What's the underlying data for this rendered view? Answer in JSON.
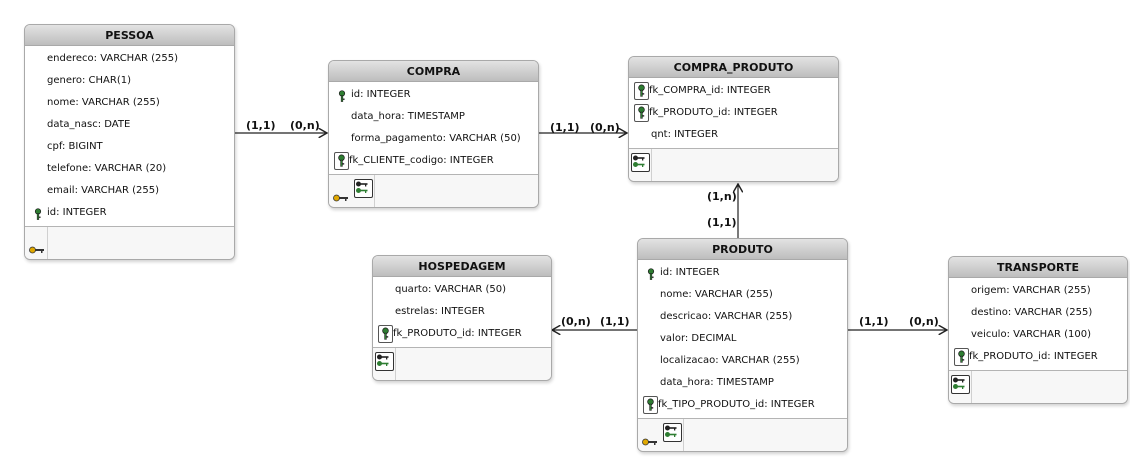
{
  "entities": {
    "pessoa": {
      "name": "PESSOA",
      "rows": [
        {
          "text": "endereco: VARCHAR (255)",
          "kind": "plain"
        },
        {
          "text": "genero: CHAR(1)",
          "kind": "plain"
        },
        {
          "text": "nome: VARCHAR (255)",
          "kind": "plain"
        },
        {
          "text": "data_nasc: DATE",
          "kind": "plain"
        },
        {
          "text": "cpf: BIGINT",
          "kind": "plain"
        },
        {
          "text": "telefone: VARCHAR (20)",
          "kind": "plain"
        },
        {
          "text": "email: VARCHAR (255)",
          "kind": "plain"
        },
        {
          "text": "id: INTEGER",
          "kind": "pk"
        }
      ]
    },
    "compra": {
      "name": "COMPRA",
      "rows": [
        {
          "text": "id: INTEGER",
          "kind": "pk"
        },
        {
          "text": "data_hora: TIMESTAMP",
          "kind": "plain"
        },
        {
          "text": "forma_pagamento: VARCHAR (50)",
          "kind": "plain"
        },
        {
          "text": "fk_CLIENTE_codigo: INTEGER",
          "kind": "fk"
        }
      ]
    },
    "compra_produto": {
      "name": "COMPRA_PRODUTO",
      "rows": [
        {
          "text": "fk_COMPRA_id: INTEGER",
          "kind": "fk"
        },
        {
          "text": "fk_PRODUTO_id: INTEGER",
          "kind": "fk"
        },
        {
          "text": "qnt: INTEGER",
          "kind": "plain"
        }
      ]
    },
    "hospedagem": {
      "name": "HOSPEDAGEM",
      "rows": [
        {
          "text": "quarto: VARCHAR (50)",
          "kind": "plain"
        },
        {
          "text": "estrelas: INTEGER",
          "kind": "plain"
        },
        {
          "text": "fk_PRODUTO_id: INTEGER",
          "kind": "fk"
        }
      ]
    },
    "produto": {
      "name": "PRODUTO",
      "rows": [
        {
          "text": "id: INTEGER",
          "kind": "pk"
        },
        {
          "text": "nome: VARCHAR (255)",
          "kind": "plain"
        },
        {
          "text": "descricao: VARCHAR (255)",
          "kind": "plain"
        },
        {
          "text": "valor: DECIMAL",
          "kind": "plain"
        },
        {
          "text": "localizacao: VARCHAR (255)",
          "kind": "plain"
        },
        {
          "text": "data_hora: TIMESTAMP",
          "kind": "plain"
        },
        {
          "text": "fk_TIPO_PRODUTO_id: INTEGER",
          "kind": "fk"
        }
      ]
    },
    "transporte": {
      "name": "TRANSPORTE",
      "rows": [
        {
          "text": "origem: VARCHAR (255)",
          "kind": "plain"
        },
        {
          "text": "destino: VARCHAR (255)",
          "kind": "plain"
        },
        {
          "text": "veiculo: VARCHAR (100)",
          "kind": "plain"
        },
        {
          "text": "fk_PRODUTO_id: INTEGER",
          "kind": "fk"
        }
      ]
    }
  },
  "relationships": {
    "pessoa_compra": {
      "from": "(1,1)",
      "to": "(0,n)"
    },
    "compra_compra_produto": {
      "from": "(1,1)",
      "to": "(0,n)"
    },
    "produto_compra_produto": {
      "from": "(1,1)",
      "to": "(1,n)"
    },
    "produto_hospedagem": {
      "from": "(1,1)",
      "to": "(0,n)"
    },
    "produto_transporte": {
      "from": "(1,1)",
      "to": "(0,n)"
    }
  },
  "colors": {
    "pk_key": "#2e7d32",
    "fk_key": "#2e7d32",
    "gold_key": "#e0a800",
    "edge": "#222222"
  },
  "icons": {
    "primary_key": "key-icon",
    "foreign_key": "key-icon",
    "index": "keys-icon"
  }
}
